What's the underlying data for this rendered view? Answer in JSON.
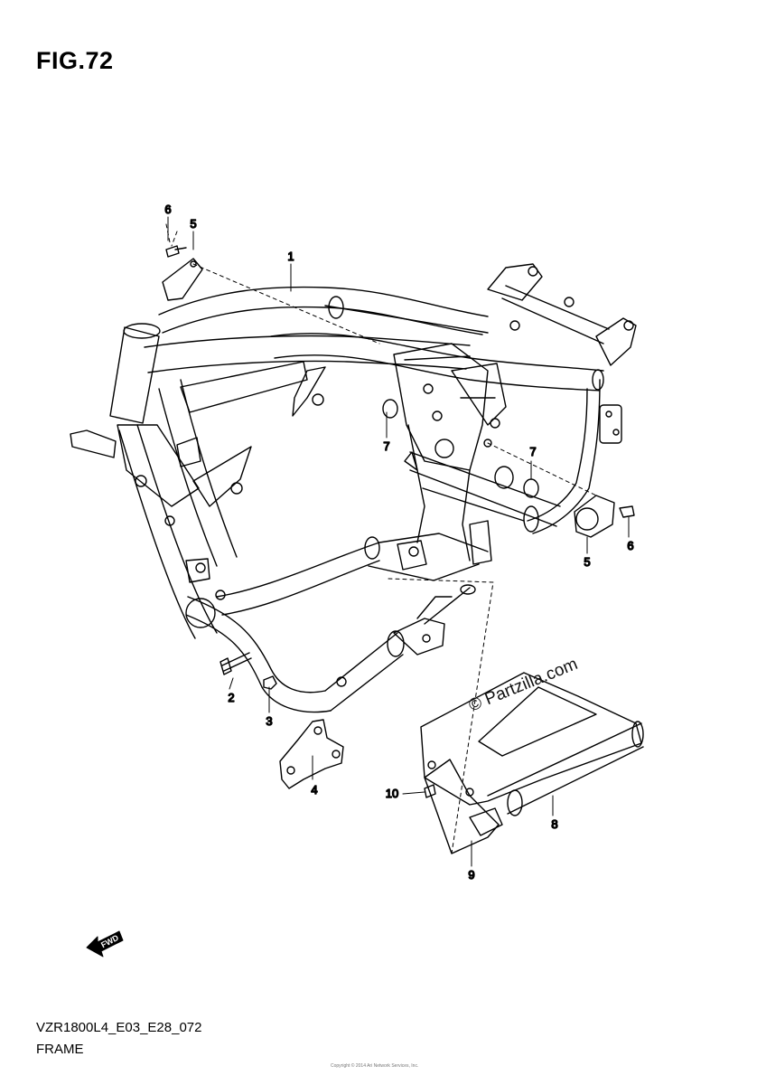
{
  "figure": {
    "title": "FIG.72",
    "model_code": "VZR1800L4_E03_E28_072",
    "name": "FRAME"
  },
  "watermark": "© Partzilla.com",
  "copyright": "Copyright © 2014 Ari Network Services, Inc.",
  "fwd_label": "FWD",
  "callouts": [
    {
      "id": "callout-1-frame",
      "label": "1"
    },
    {
      "id": "callout-2-bolt",
      "label": "2"
    },
    {
      "id": "callout-3-nut",
      "label": "3"
    },
    {
      "id": "callout-4-bracket",
      "label": "4"
    },
    {
      "id": "callout-5-left-cap",
      "label": "5"
    },
    {
      "id": "callout-5-right-cap",
      "label": "5"
    },
    {
      "id": "callout-6-left-bolt",
      "label": "6"
    },
    {
      "id": "callout-6-right-bolt",
      "label": "6"
    },
    {
      "id": "callout-7-left-plug",
      "label": "7"
    },
    {
      "id": "callout-7-right-plug",
      "label": "7"
    },
    {
      "id": "callout-8-pipe",
      "label": "8"
    },
    {
      "id": "callout-9-guard",
      "label": "9"
    },
    {
      "id": "callout-10-screw",
      "label": "10"
    }
  ]
}
